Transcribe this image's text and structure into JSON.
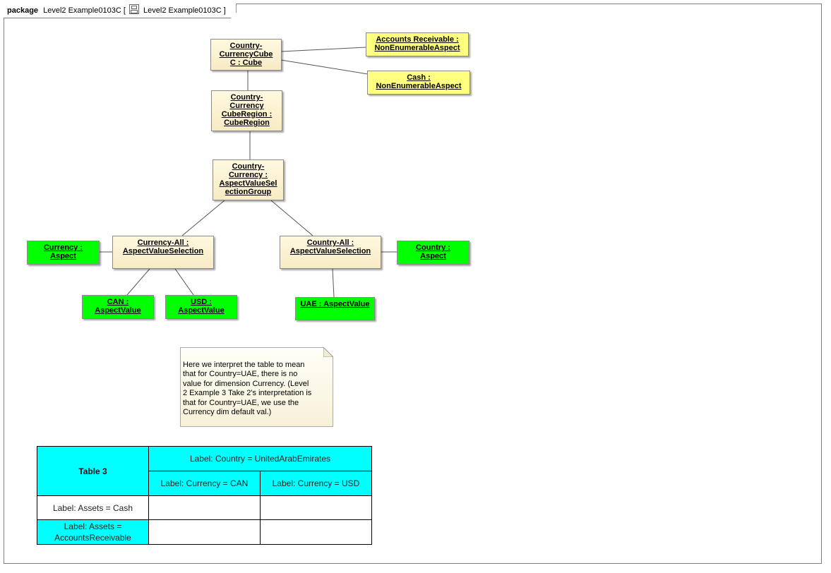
{
  "frame": {
    "keyword": "package",
    "name": "Level2 Example0103C [",
    "diagram_name": "Level2 Example0103C",
    "close_bracket": "]"
  },
  "nodes": {
    "cube": [
      "Country-",
      "CurrencyCube",
      "C : Cube"
    ],
    "accounts_receivable": [
      "Accounts Receivable :",
      "NonEnumerableAspect"
    ],
    "cash": [
      "Cash :",
      "NonEnumerableAspect"
    ],
    "cube_region": [
      "Country-",
      "Currency",
      "CubeRegion :",
      "CubeRegion"
    ],
    "selection_group": [
      "Country-",
      "Currency :",
      "AspectValueSel",
      "ectionGroup"
    ],
    "currency_all": [
      "Currency-All :",
      "AspectValueSelection"
    ],
    "country_all": [
      "Country-All :",
      "AspectValueSelection"
    ],
    "currency_aspect": [
      "Currency :",
      "Aspect"
    ],
    "country_aspect": [
      "Country :",
      "Aspect"
    ],
    "can": [
      "CAN :",
      "AspectValue"
    ],
    "usd": [
      "USD :",
      "AspectValue"
    ],
    "uae": [
      "UAE : AspectValue"
    ]
  },
  "note": {
    "lines": [
      "Here we interpret the table to mean",
      "that for Country=UAE, there is no",
      "value for dimension Currency.  (Level",
      "2 Example 3 Take 2's interpretation is",
      "that for Country=UAE, we use the",
      "Currency dim default val.)"
    ]
  },
  "table": {
    "title": "Table 3",
    "country_header": "Label: Country = UnitedArabEmirates",
    "currency_can": "Label: Currency = CAN",
    "currency_usd": "Label: Currency = USD",
    "row_cash": "Label: Assets = Cash",
    "row_ar_line1": "Label: Assets =",
    "row_ar_line2": "AccountsReceivable"
  },
  "colors": {
    "cube_fill": "#fff9e0",
    "yellow_fill": "#ffff80",
    "green_fill": "#00ff00",
    "table_header": "#00ffff"
  }
}
